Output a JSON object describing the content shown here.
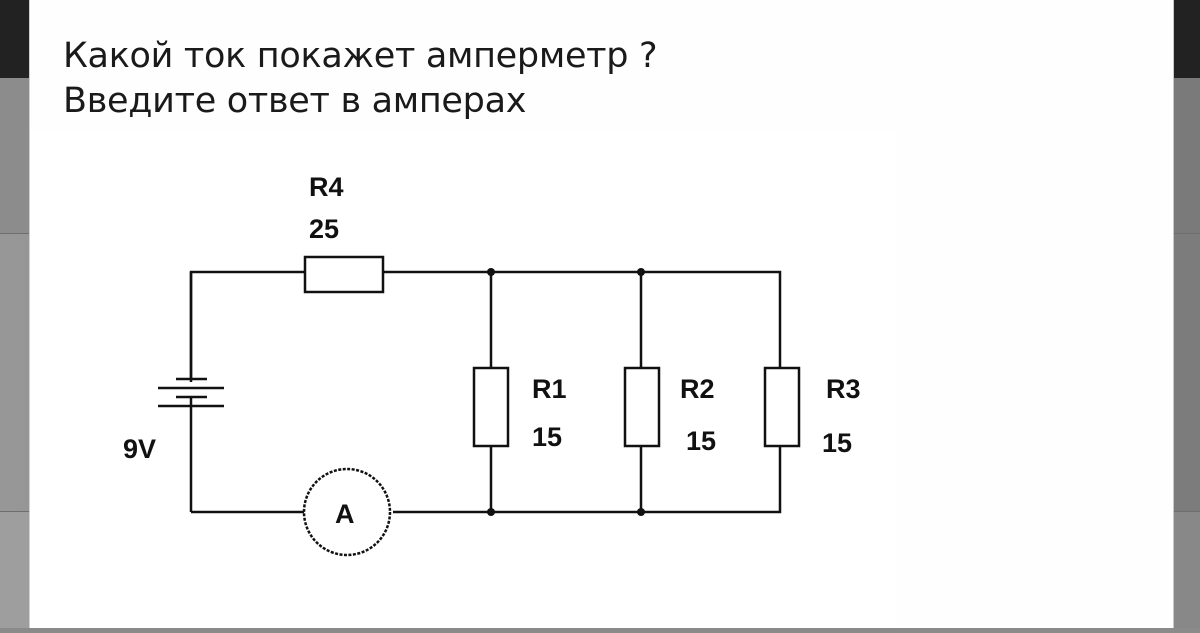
{
  "question": {
    "line1": "Какой ток покажет амперметр ?",
    "line2": "Введите ответ в амперах"
  },
  "circuit": {
    "source": {
      "label": "9V",
      "voltage_v": 9
    },
    "ammeter": {
      "label": "A"
    },
    "resistors": [
      {
        "id": "R4",
        "name": "R4",
        "value": "25",
        "connection": "series"
      },
      {
        "id": "R1",
        "name": "R1",
        "value": "15",
        "connection": "parallel"
      },
      {
        "id": "R2",
        "name": "R2",
        "value": "15",
        "connection": "parallel"
      },
      {
        "id": "R3",
        "name": "R3",
        "value": "15",
        "connection": "parallel"
      }
    ]
  },
  "colors": {
    "wire": "#111111",
    "card": "#fefefe",
    "top_bar": "#222222"
  }
}
